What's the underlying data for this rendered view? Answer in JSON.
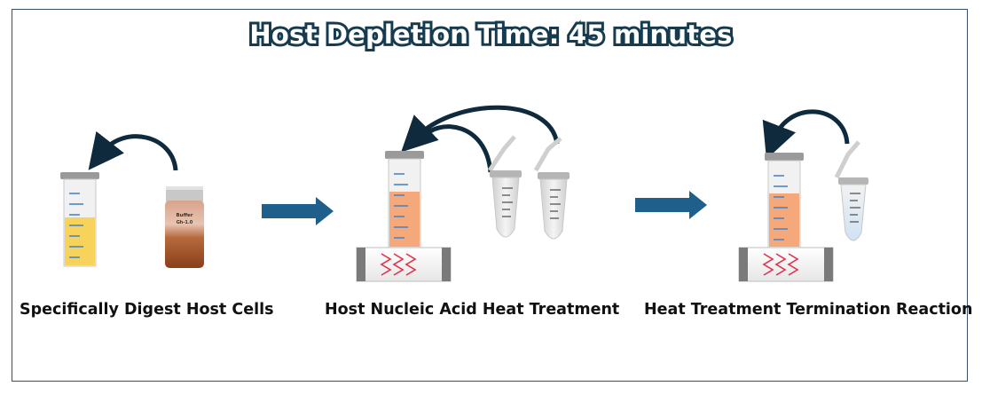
{
  "title": "Host Depletion Time: 45 minutes",
  "steps": [
    {
      "caption": "Specifically Digest Host Cells"
    },
    {
      "caption": "Host Nucleic Acid Heat Treatment"
    },
    {
      "caption": "Heat Treatment Termination Reaction"
    }
  ],
  "buffer_label": {
    "line1": "Buffer",
    "line2": "Gh-1.0"
  },
  "colors": {
    "frame": "#35506b",
    "title_outline": "#163a4e",
    "flow_arrow": "#1f5f8b",
    "curved_arrow": "#0e2a3c",
    "yellow_fill": "#f7d35c",
    "orange_fill": "#f5a97a",
    "buffer_bottle": "#a8552a",
    "heat_wave": "#e0314a",
    "graduation": "#4a86c8"
  }
}
